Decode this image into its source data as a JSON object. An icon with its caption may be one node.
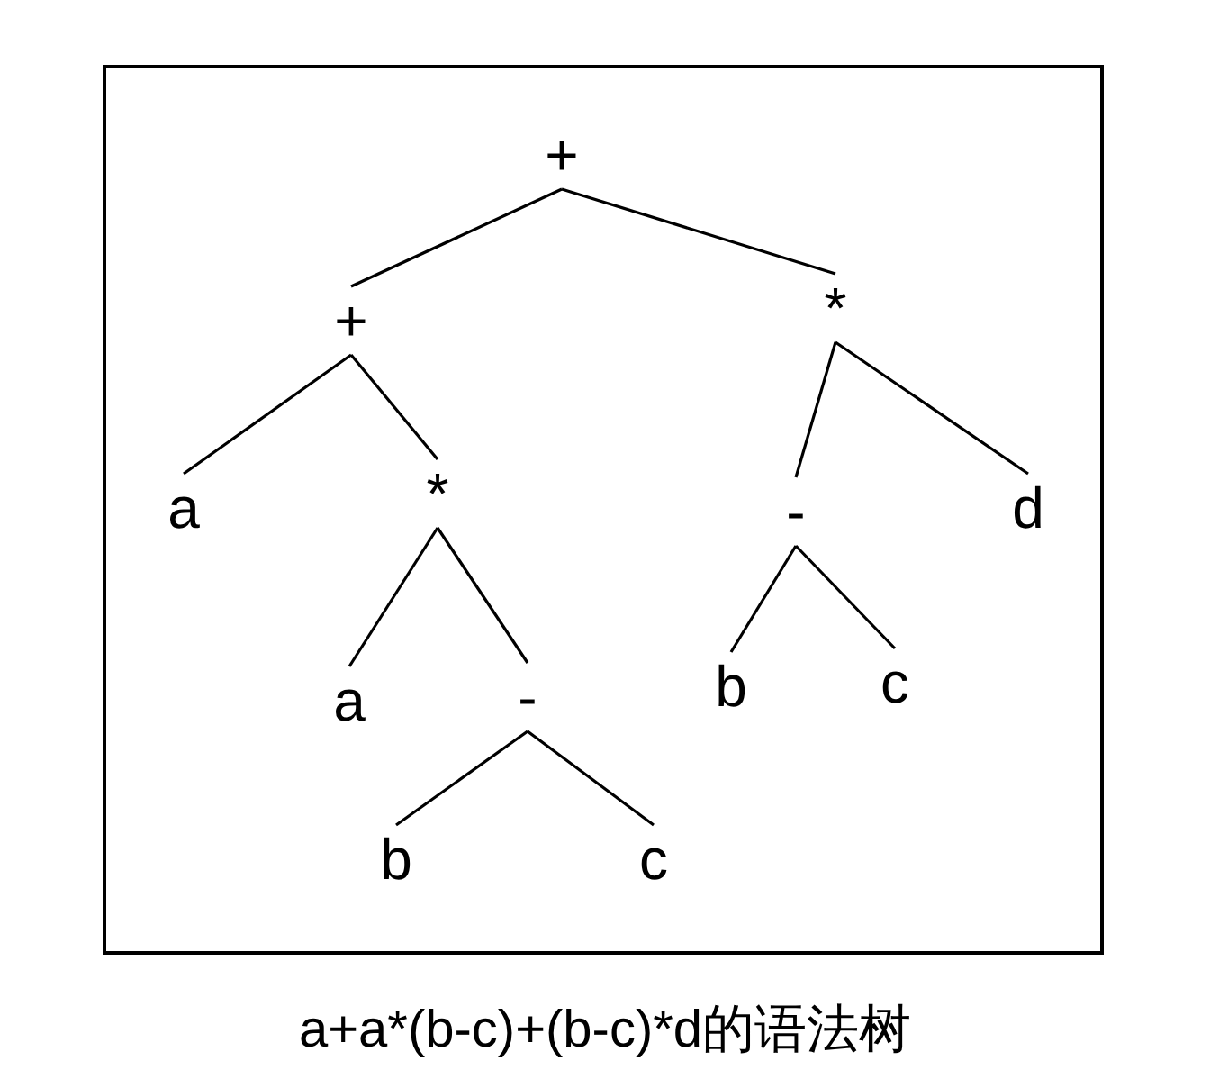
{
  "diagram": {
    "caption": "a+a*(b-c)+(b-c)*d的语法树",
    "nodes": [
      {
        "text": [
          "+"
        ]
      },
      {
        "text": [
          "+"
        ]
      },
      {
        "text": [
          "*"
        ]
      },
      {
        "text": [
          "a"
        ]
      },
      {
        "text": [
          "*"
        ]
      },
      {
        "text": [
          "-"
        ]
      },
      {
        "text": [
          "d"
        ]
      },
      {
        "text": [
          "a"
        ]
      },
      {
        "text": [
          "-"
        ]
      },
      {
        "text": [
          "b"
        ]
      },
      {
        "text": [
          "c"
        ]
      },
      {
        "text": [
          "b"
        ]
      },
      {
        "text": [
          "c"
        ]
      }
    ],
    "edges": [
      {
        "from": 0,
        "to": 1,
        "arrow": "none"
      },
      {
        "from": 0,
        "to": 2,
        "arrow": "none"
      },
      {
        "from": 1,
        "to": 3,
        "arrow": "none"
      },
      {
        "from": 1,
        "to": 4,
        "arrow": "none"
      },
      {
        "from": 2,
        "to": 5,
        "arrow": "none"
      },
      {
        "from": 2,
        "to": 6,
        "arrow": "none"
      },
      {
        "from": 4,
        "to": 7,
        "arrow": "none"
      },
      {
        "from": 4,
        "to": 8,
        "arrow": "none"
      },
      {
        "from": 5,
        "to": 9,
        "arrow": "none"
      },
      {
        "from": 5,
        "to": 10,
        "arrow": "none"
      },
      {
        "from": 8,
        "to": 11,
        "arrow": "none"
      },
      {
        "from": 8,
        "to": 12,
        "arrow": "none"
      }
    ]
  }
}
